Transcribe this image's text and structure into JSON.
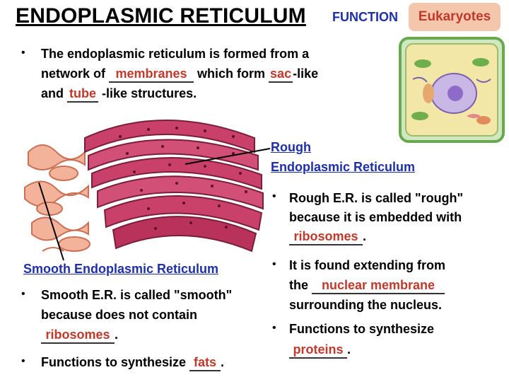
{
  "header": {
    "title": "ENDOPLASMIC RETICULUM",
    "function_label": "FUNCTION",
    "eukaryotes_button": "Eukaryotes"
  },
  "intro": {
    "part1": "The endoplasmic reticulum is formed from a",
    "part2": "network of",
    "blank_membranes": "membranes",
    "part3": "which form",
    "blank_sac": "sac",
    "part4": "-like",
    "part5": "and",
    "blank_tube": "tube",
    "part6": "-like structures."
  },
  "rough": {
    "label_line1": "Rough",
    "label_line2": "Endoplasmic Reticulum",
    "b1_line1": "Rough E.R. is called \"rough\"",
    "b1_line2": "because it is embedded with",
    "b1_blank": "ribosomes",
    "b1_end": ".",
    "b2_line1": "It is found extending from",
    "b2_pre": "the",
    "b2_blank": "nuclear membrane",
    "b2_line3": "surrounding the nucleus.",
    "b3_line1": "Functions to synthesize",
    "b3_blank": "proteins",
    "b3_end": "."
  },
  "smooth": {
    "label": "Smooth Endoplasmic Reticulum",
    "b1_line1": "Smooth E.R. is called \"smooth\"",
    "b1_line2": "because does not contain",
    "b1_blank": "ribosomes",
    "b1_end": ".",
    "b2_pre": "Functions to synthesize",
    "b2_blank": "fats",
    "b2_end": "."
  },
  "colors": {
    "title_blue": "#1e2fa8",
    "answer_red": "#c0392b",
    "button_bg": "#f4c7ad"
  }
}
